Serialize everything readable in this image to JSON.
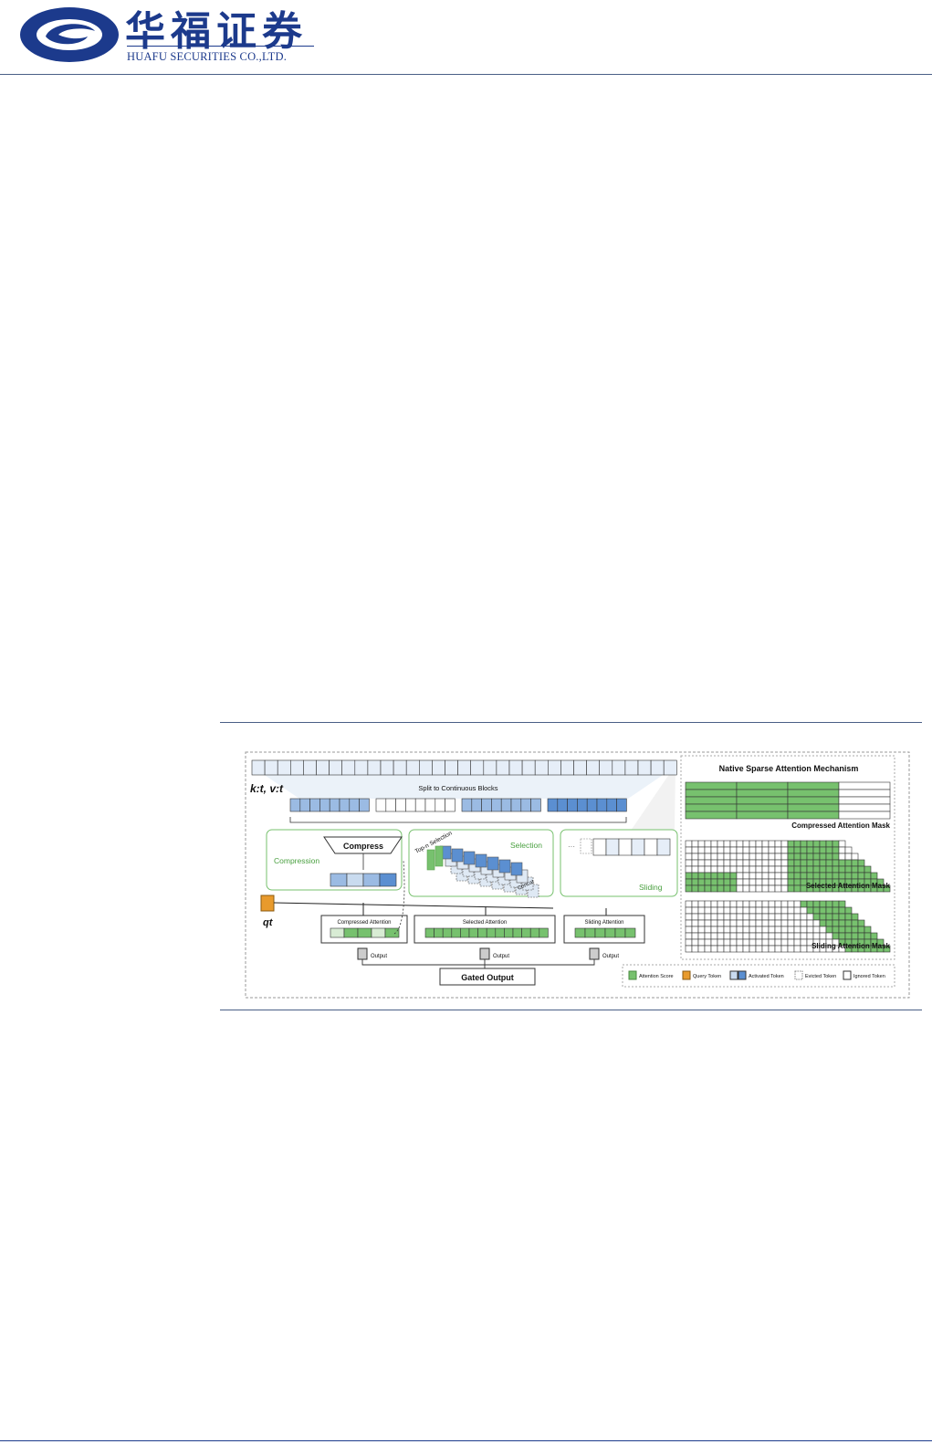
{
  "header": {
    "brand_cn": "华福证券",
    "brand_en": "HUAFU SECURITIES CO.,LTD.",
    "logo_icon": "huafu-swirl-logo"
  },
  "diagram": {
    "kv_label": "k:t, v:t",
    "query_label": "qt",
    "split_label": "Split to Continuous Blocks",
    "compress_label": "Compress",
    "compression_label": "Compression",
    "topn_label": "Top-n Selection",
    "selection_label": "Selection",
    "concat_label": "Concat",
    "sliding_label": "Sliding",
    "ellipsis": "···",
    "compressed_attention": "Compressed Attention",
    "selected_attention": "Selected Attention",
    "sliding_attention": "Sliding Attention",
    "output_1": "Output",
    "output_2": "Output",
    "output_3": "Output",
    "gated_output": "Gated Output",
    "nsa_title": "Native Sparse Attention Mechanism",
    "compressed_mask": "Compressed Attention Mask",
    "selected_mask": "Selected Attention Mask",
    "sliding_mask": "Sliding Attention Mask",
    "legend": {
      "attention_score": "Attention Score",
      "query_token": "Query Token",
      "activated_token": "Activated Token",
      "evicted_token": "Evicted Token",
      "ignored_token": "Ignored Token"
    },
    "colors": {
      "green": "#77c16e",
      "green_border": "#5aa04f",
      "blue": "#5b8fd1",
      "light_blue": "#c9dbef",
      "orange": "#e89a2c",
      "navy": "#1c3a8c"
    }
  }
}
